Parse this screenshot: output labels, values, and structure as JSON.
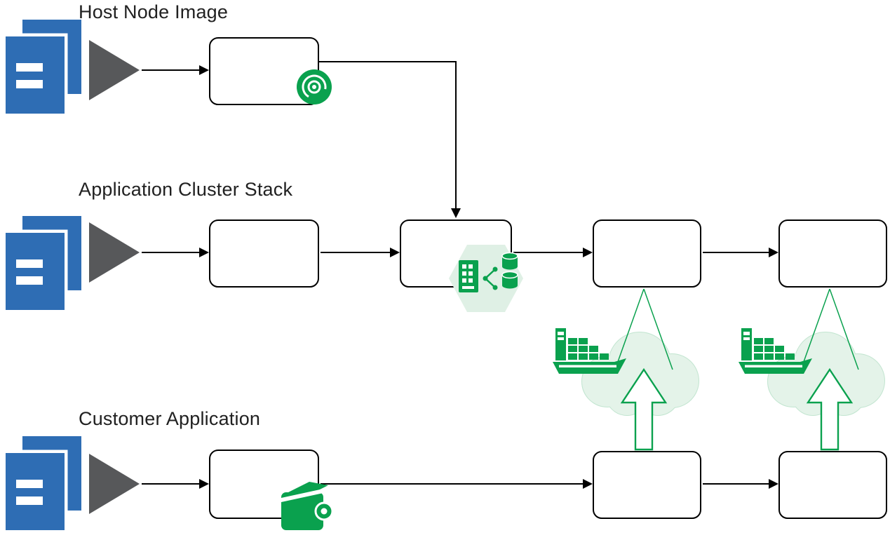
{
  "rows": {
    "host": {
      "label": "Host Node Image"
    },
    "cluster": {
      "label": "Application Cluster Stack"
    },
    "customer": {
      "label": "Customer Application"
    }
  },
  "colors": {
    "resource_blue": "#2e6db4",
    "trigger_gray": "#57585a",
    "accent_green": "#0aa14e",
    "pale_green": "#e4f3e9",
    "pale_green_border": "#c2e5d0",
    "hex_fill": "#dff0e5",
    "line_black": "#000000",
    "text": "#212121",
    "box_fill": "#ffffff"
  },
  "icons": [
    "files-icon",
    "play-triangle-icon",
    "disc-icon",
    "cluster-hexagon-icon",
    "wallet-icon",
    "container-ship-icon",
    "cloud-icon",
    "deploy-up-arrow-icon"
  ]
}
